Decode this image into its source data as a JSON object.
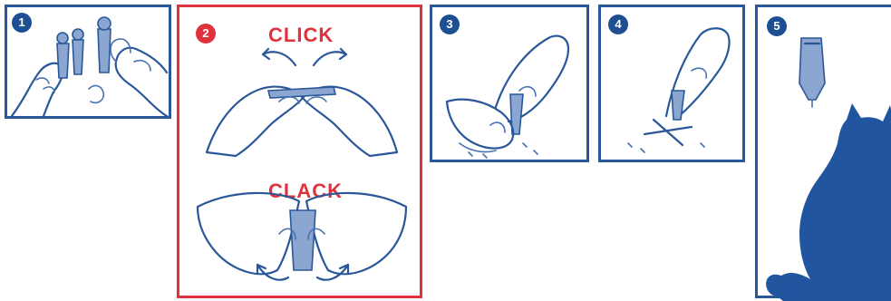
{
  "steps": [
    {
      "number": "1"
    },
    {
      "number": "2",
      "words": [
        "CLICK",
        "CLACK"
      ]
    },
    {
      "number": "3"
    },
    {
      "number": "4"
    },
    {
      "number": "5"
    }
  ],
  "colors": {
    "blue": "#2a5799",
    "red": "#e0323c",
    "cat": "#2155a0"
  },
  "icons": [
    "hands-holding-pipettes-icon",
    "hands-snapping-pipette-icon",
    "hands-bending-pipette-icon",
    "hand-applying-pipette-icon",
    "pipette-icon",
    "cat-silhouette-icon"
  ]
}
